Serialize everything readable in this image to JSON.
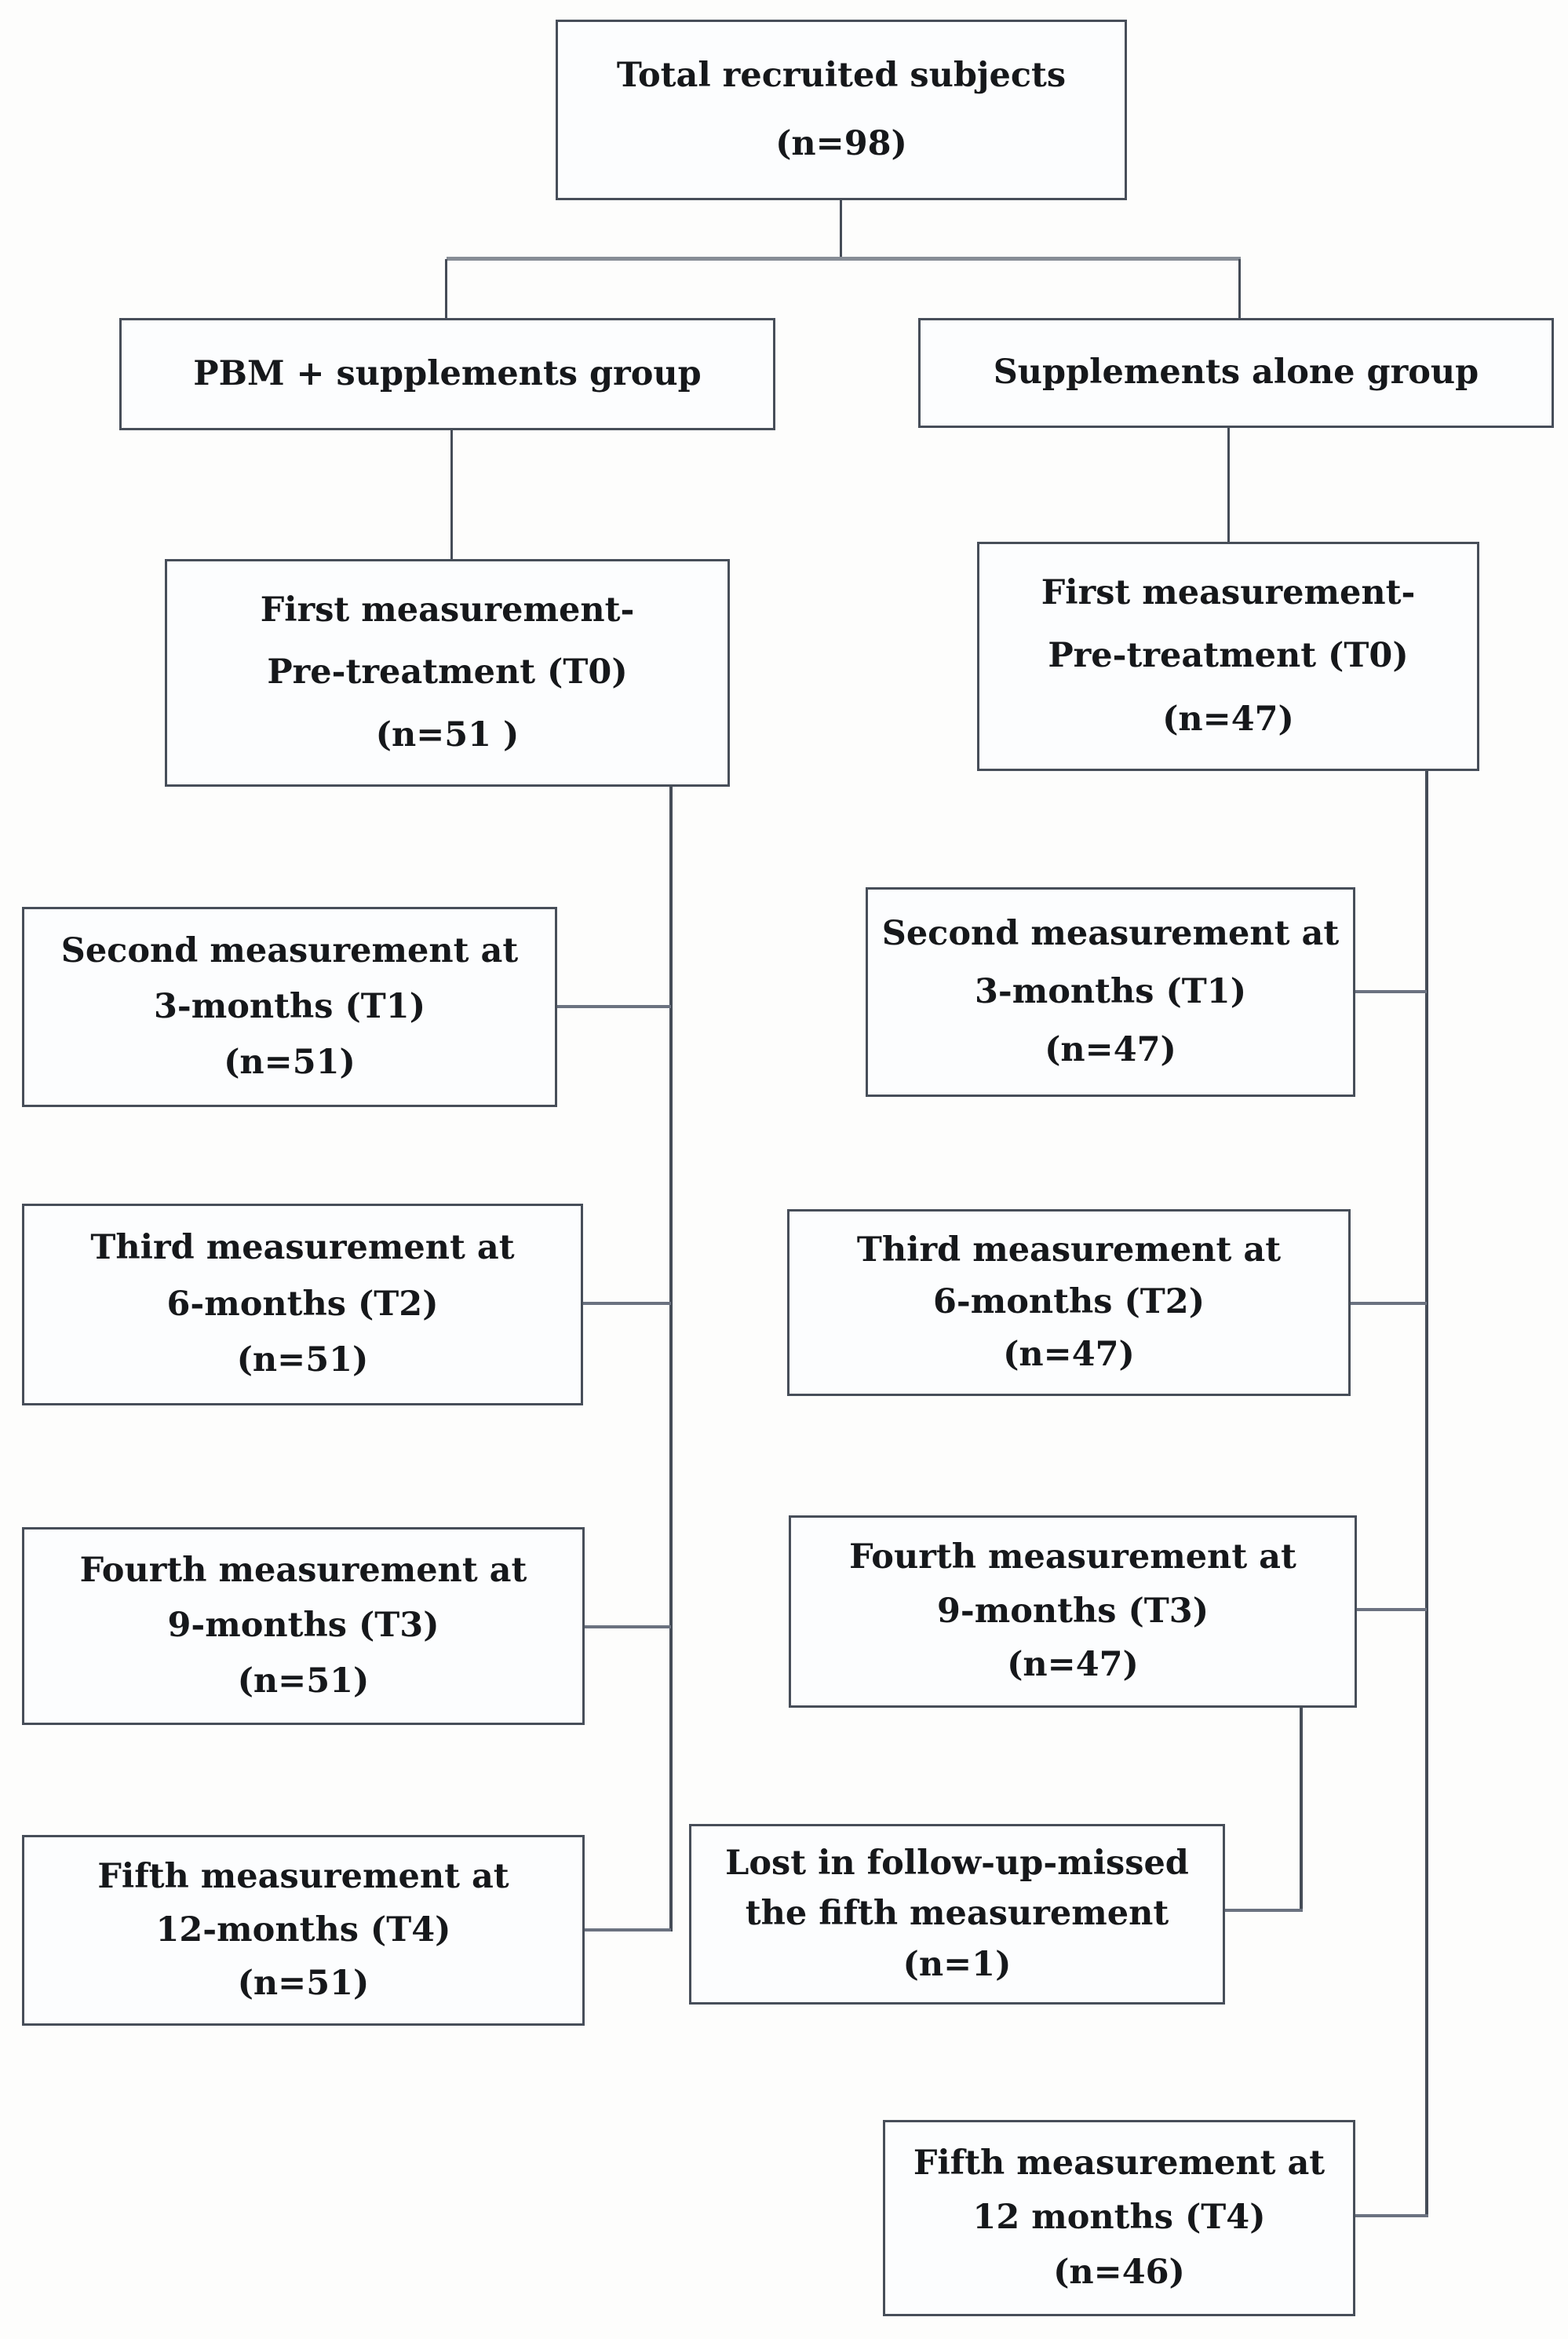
{
  "figure": {
    "title": "Study flow diagram",
    "colors": {
      "background": "#fdfdfc",
      "box_fill": "#fcfdfe",
      "box_border": "#474e59",
      "connector": "#454c57",
      "connector_light": "#6b7280",
      "splitter": "#878d96",
      "text": "#16181b"
    }
  },
  "diagram": {
    "type": "flowchart",
    "nodes": [
      {
        "id": "total",
        "lines": [
          "Total recruited subjects",
          "(n=98)"
        ]
      },
      {
        "id": "group-pbm",
        "lines": [
          "PBM + supplements group"
        ]
      },
      {
        "id": "group-supplements",
        "lines": [
          "Supplements alone group"
        ]
      },
      {
        "id": "pbm-t0",
        "lines": [
          "First measurement-",
          "Pre-treatment (T0)",
          "(n=51 )"
        ]
      },
      {
        "id": "supp-t0",
        "lines": [
          "First measurement-",
          "Pre-treatment (T0)",
          "(n=47)"
        ]
      },
      {
        "id": "pbm-t1",
        "lines": [
          "Second measurement at",
          "3-months (T1)",
          "(n=51)"
        ]
      },
      {
        "id": "supp-t1",
        "lines": [
          "Second measurement at",
          "3-months (T1)",
          "(n=47)"
        ]
      },
      {
        "id": "pbm-t2",
        "lines": [
          "Third measurement at",
          "6-months (T2)",
          "(n=51)"
        ]
      },
      {
        "id": "supp-t2",
        "lines": [
          "Third measurement at",
          "6-months (T2)",
          "(n=47)"
        ]
      },
      {
        "id": "pbm-t3",
        "lines": [
          "Fourth measurement at",
          "9-months (T3)",
          "(n=51)"
        ]
      },
      {
        "id": "supp-t3",
        "lines": [
          "Fourth measurement at",
          "9-months (T3)",
          "(n=47)"
        ]
      },
      {
        "id": "pbm-t4",
        "lines": [
          "Fifth measurement at",
          "12-months (T4)",
          "(n=51)"
        ]
      },
      {
        "id": "lost",
        "lines": [
          "Lost in follow-up-missed",
          "the fifth measurement",
          "(n=1)"
        ]
      },
      {
        "id": "supp-t4",
        "lines": [
          "Fifth measurement at",
          "12 months (T4)",
          "(n=46)"
        ]
      }
    ],
    "edges": [
      {
        "from": "total",
        "to": "group-pbm"
      },
      {
        "from": "total",
        "to": "group-supplements"
      },
      {
        "from": "group-pbm",
        "to": "pbm-t0"
      },
      {
        "from": "group-supplements",
        "to": "supp-t0"
      },
      {
        "from": "pbm-t0",
        "to": "pbm-t1"
      },
      {
        "from": "pbm-t0",
        "to": "pbm-t2"
      },
      {
        "from": "pbm-t0",
        "to": "pbm-t3"
      },
      {
        "from": "pbm-t0",
        "to": "pbm-t4"
      },
      {
        "from": "supp-t0",
        "to": "supp-t1"
      },
      {
        "from": "supp-t0",
        "to": "supp-t2"
      },
      {
        "from": "supp-t0",
        "to": "supp-t3"
      },
      {
        "from": "supp-t3",
        "to": "lost"
      },
      {
        "from": "supp-t0",
        "to": "supp-t4"
      }
    ]
  }
}
